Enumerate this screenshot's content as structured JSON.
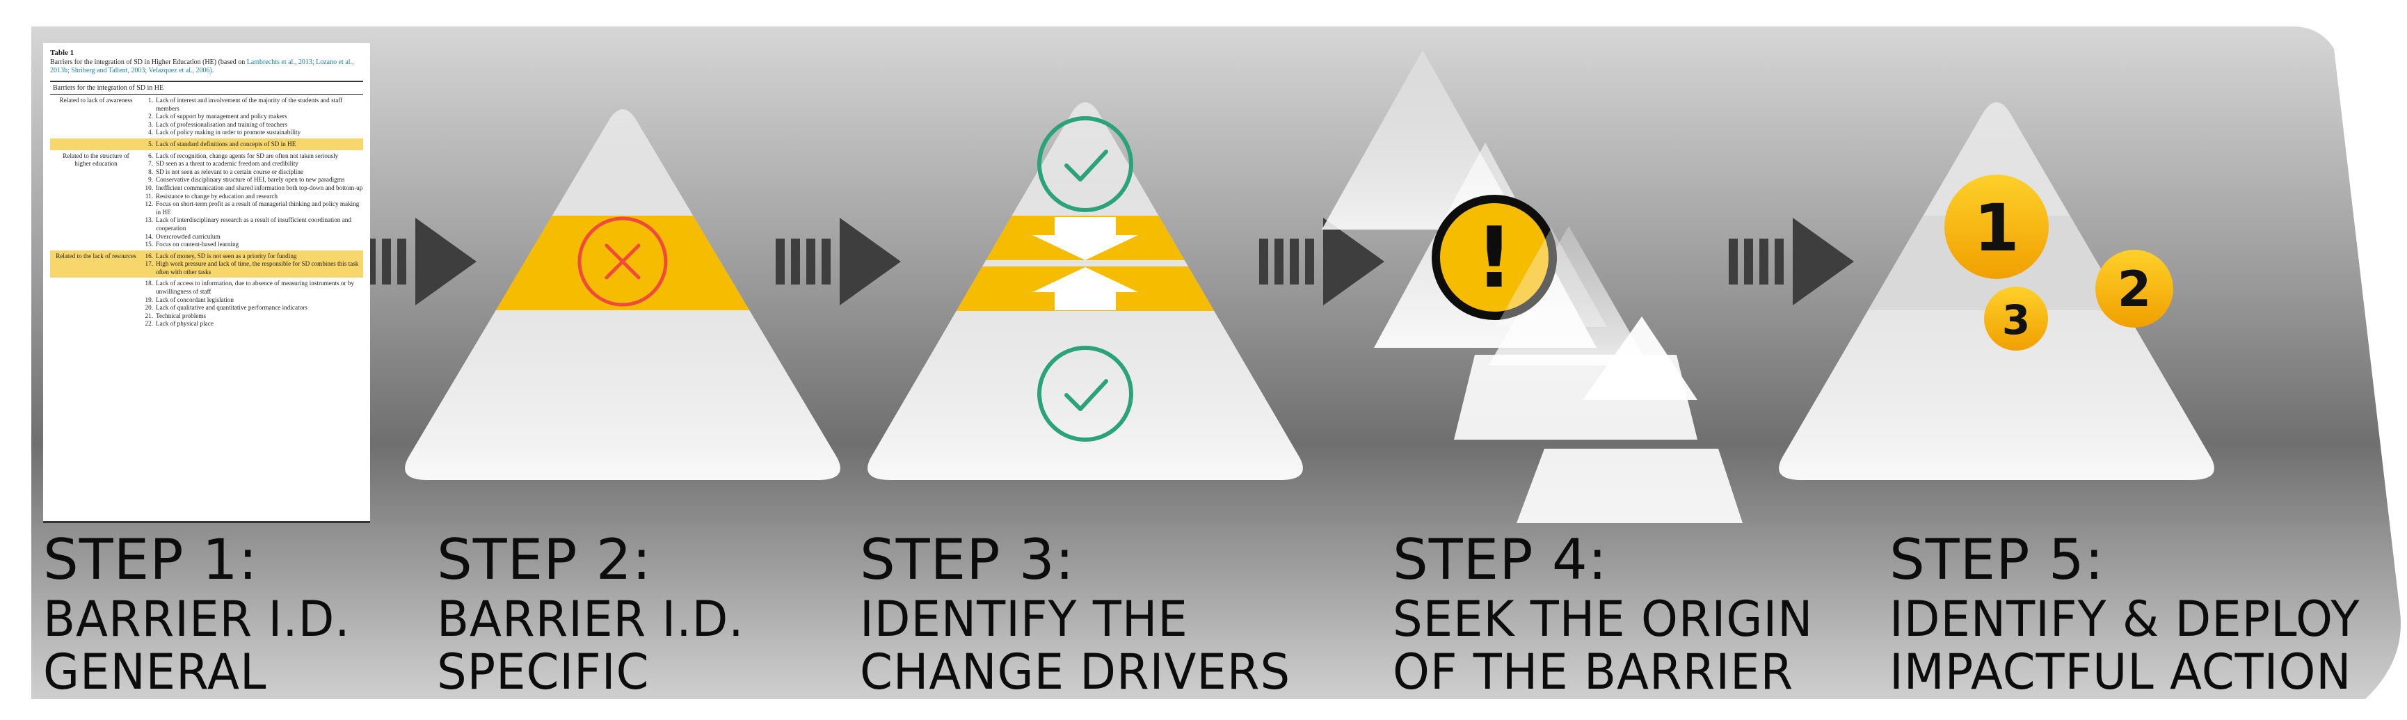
{
  "steps": [
    {
      "head": "STEP 1:",
      "line1": "BARRIER I.D.",
      "line2": "GENERAL"
    },
    {
      "head": "STEP 2:",
      "line1": "BARRIER I.D.",
      "line2": "SPECIFIC"
    },
    {
      "head": "STEP 3:",
      "line1": "IDENTIFY THE",
      "line2": "CHANGE DRIVERS"
    },
    {
      "head": "STEP 4:",
      "line1": "SEEK THE ORIGIN",
      "line2": "OF THE BARRIER"
    },
    {
      "head": "STEP 5:",
      "line1": "IDENTIFY & DEPLOY",
      "line2": "IMPACTFUL  ACTION"
    }
  ],
  "priority_badges": [
    "1",
    "2",
    "3"
  ],
  "warning_symbol": "!",
  "colors": {
    "accent": "#f6bc00",
    "orange": "#f5a000",
    "check": "#2aa27a",
    "cross": "#ef4a3b",
    "band": "#0d0d0d"
  },
  "icons": {
    "arrow": "striped-arrow-icon",
    "cross": "cross-circle-icon",
    "check": "check-circle-icon",
    "warning": "exclamation-icon"
  },
  "table": {
    "caption": "Table 1",
    "subtitle_a": "Barriers for the integration of SD in Higher Education (HE) (based on",
    "subtitle_refs_a": "Lambrechts",
    "subtitle_b": "et al., 2013; Lozano et al., 2013b; Shriberg and Tallent, 2003; Velazquez et al., 2006).",
    "header": "Barriers for the integration of SD in HE",
    "groups": [
      {
        "category": "Related to lack of awareness",
        "items": [
          {
            "n": "1.",
            "text": "Lack of interest and involvement of the majority of the students and staff members"
          },
          {
            "n": "2.",
            "text": "Lack of support by management and policy makers"
          },
          {
            "n": "3.",
            "text": "Lack of professionalisation and training of teachers"
          },
          {
            "n": "4.",
            "text": "Lack of policy making in order to promote sustainability"
          }
        ]
      },
      {
        "category": "",
        "highlight": true,
        "items": [
          {
            "n": "5.",
            "text": "Lack of standard definitions and concepts of SD in HE"
          }
        ]
      },
      {
        "category": "Related to the structure of higher education",
        "items": [
          {
            "n": "6.",
            "text": "Lack of recognition, change agents for SD are often not taken seriously"
          },
          {
            "n": "7.",
            "text": "SD seen as a threat to academic freedom and credibility"
          },
          {
            "n": "8.",
            "text": "SD is not seen as relevant to a certain course or discipline"
          },
          {
            "n": "9.",
            "text": "Conservative disciplinary structure of HEI, barely open to new paradigms"
          },
          {
            "n": "10.",
            "text": "Inefficient communication and shared information both top-down and bottom-up"
          },
          {
            "n": "11.",
            "text": "Resistance to change by education and research"
          },
          {
            "n": "12.",
            "text": "Focus on short-term profit as a result of managerial thinking and policy making in HE"
          },
          {
            "n": "13.",
            "text": "Lack of interdisciplinary research as a result of insufficient coordination and cooperation"
          },
          {
            "n": "14.",
            "text": "Overcrowded curriculum"
          },
          {
            "n": "15.",
            "text": "Focus on content-based learning"
          }
        ]
      },
      {
        "category": "Related to the lack of resources",
        "highlight": true,
        "items": [
          {
            "n": "16.",
            "text": "Lack of money, SD is not seen as a priority for funding"
          },
          {
            "n": "17.",
            "text": "High work pressure and lack of time, the responsible for SD combines this task often with other tasks"
          }
        ]
      },
      {
        "category": "",
        "items": [
          {
            "n": "18.",
            "text": "Lack of access to information, due to absence of measuring instruments or by unwillingness of staff"
          },
          {
            "n": "19.",
            "text": "Lack of concordant legislation"
          },
          {
            "n": "20.",
            "text": "Lack of qualitative and quantitative performance indicators"
          },
          {
            "n": "21.",
            "text": "Technical problems"
          },
          {
            "n": "22.",
            "text": "Lack of physical place"
          }
        ]
      }
    ]
  }
}
